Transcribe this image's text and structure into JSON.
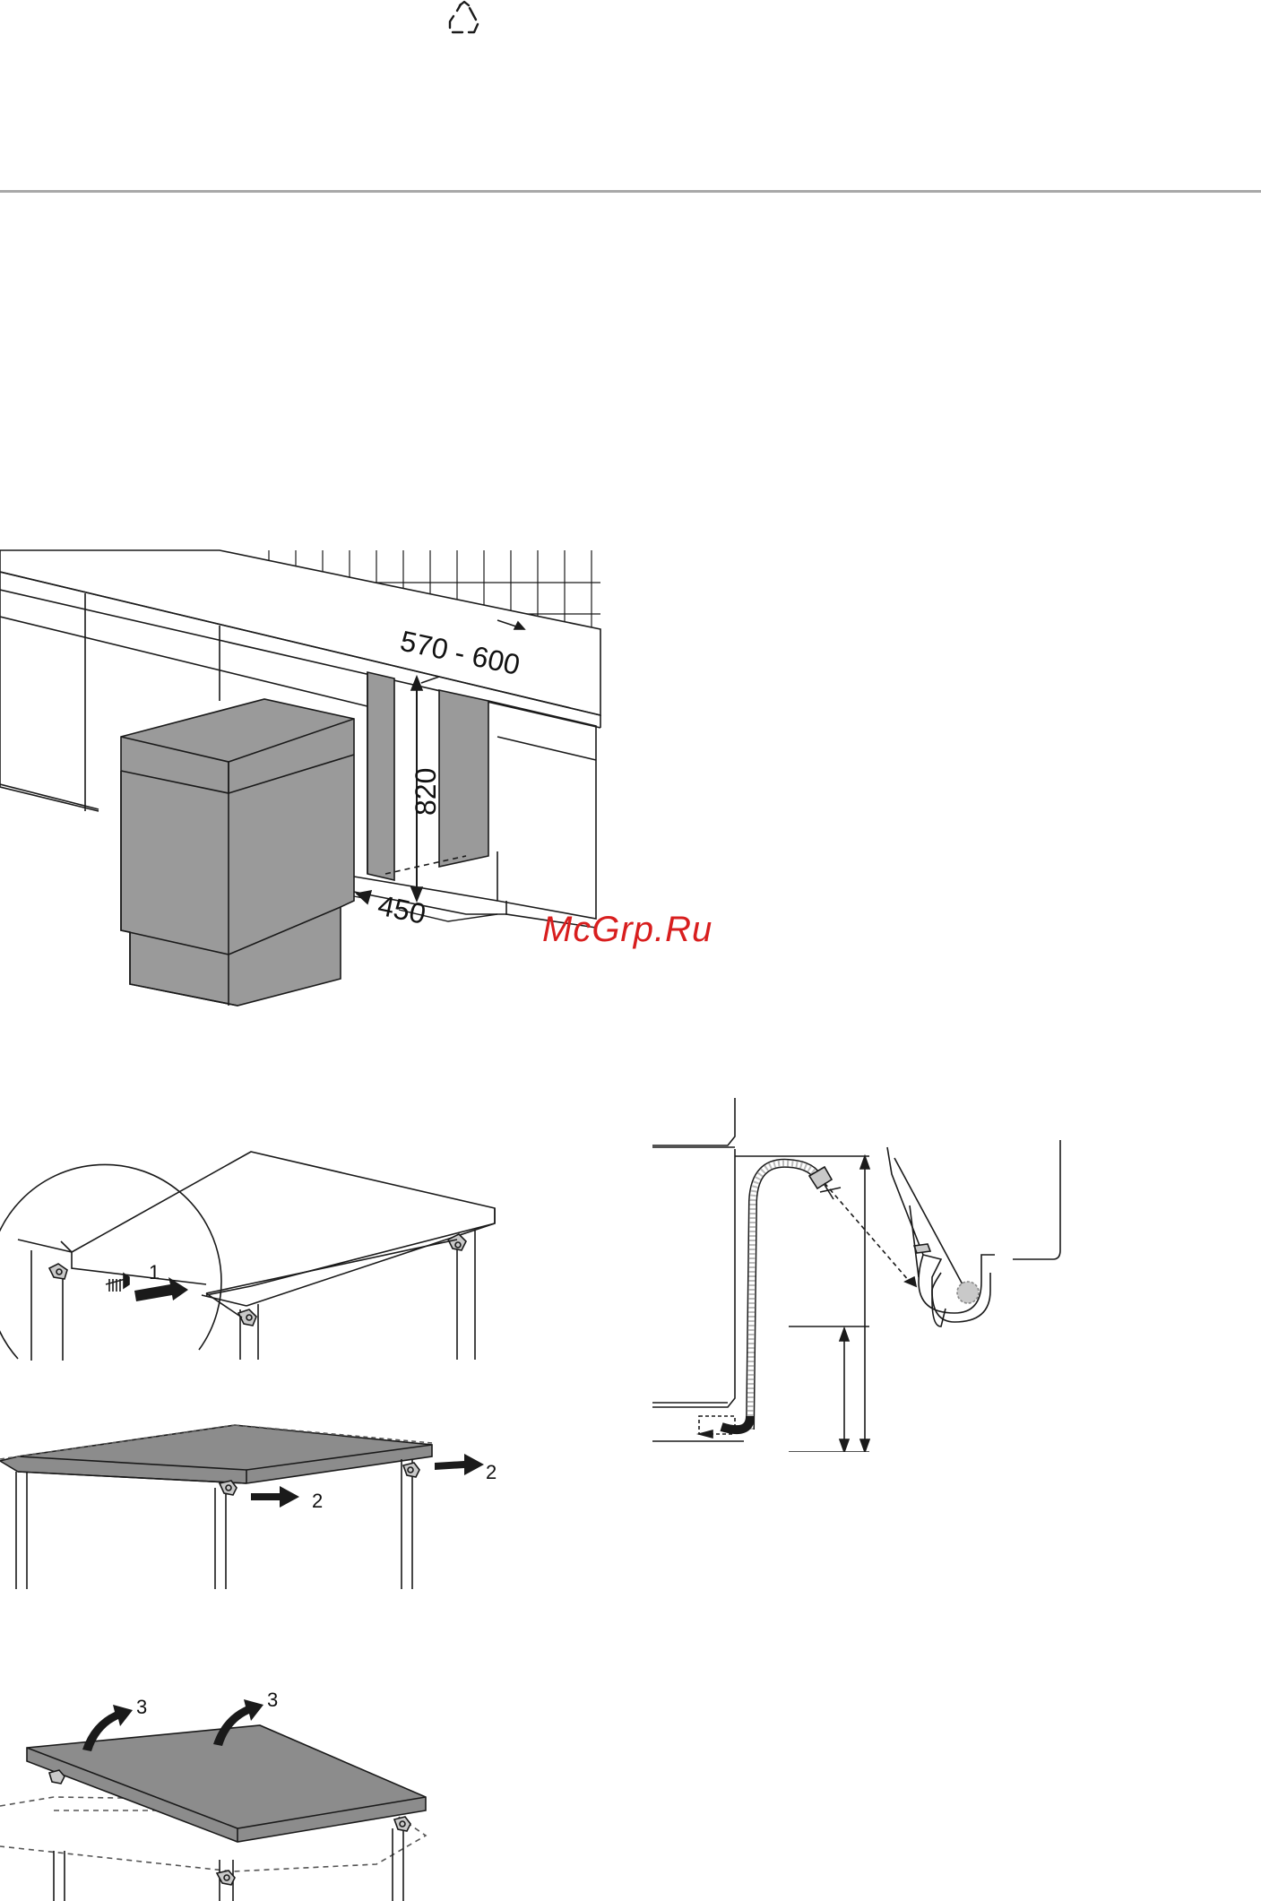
{
  "watermark": "McGrp.Ru",
  "icons": {
    "recycle": "recycle-icon"
  },
  "figures": {
    "niche": {
      "width_label": "570 - 600",
      "height_label": "820",
      "depth_label": "450"
    },
    "worktop_step1": {
      "step": "1"
    },
    "worktop_step2": {
      "step_a": "2",
      "step_b": "2"
    },
    "worktop_step3": {
      "step_a": "3",
      "step_b": "3"
    },
    "drain": {}
  },
  "colors": {
    "line": "#1a1a1a",
    "gray_fill": "#9a9a9a",
    "mid_gray": "#8c8c8c",
    "light_gray": "#c9c9c9",
    "rule": "#a8a8a8",
    "watermark": "#d81e1e"
  }
}
